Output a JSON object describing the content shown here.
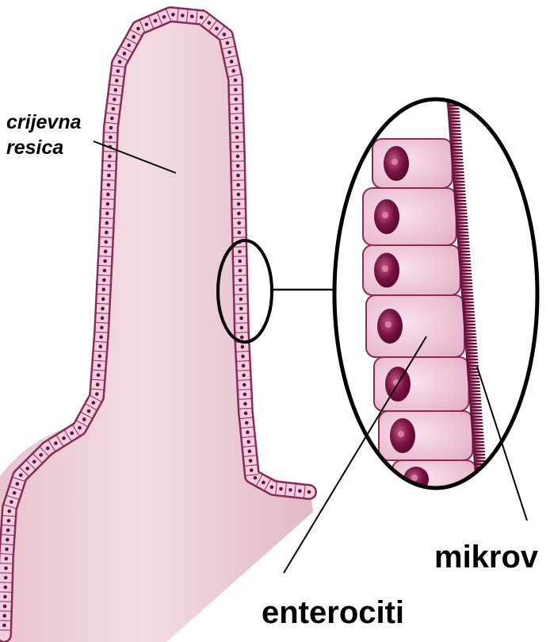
{
  "labels": {
    "villus_line1": "crijevna",
    "villus_line2": "resica",
    "microvilli": "mikrov",
    "enterocytes": "enterociti"
  },
  "colors": {
    "tissue": "#eccfd8",
    "tissue_dark": "#d9aebd",
    "cell_fill": "#f2cfe0",
    "cell_stroke": "#8a2a55",
    "nucleus": "#6b0f3a",
    "outline": "#000000"
  }
}
